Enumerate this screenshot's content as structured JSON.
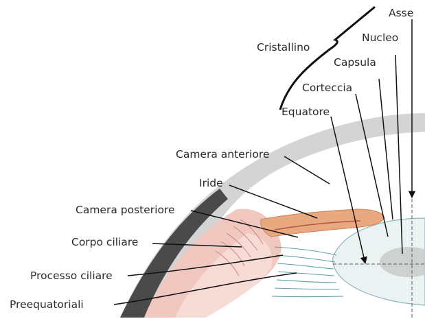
{
  "diagram": {
    "labels": {
      "asse": "Asse",
      "nucleo": "Nucleo",
      "cristallino": "Cristallino",
      "capsula": "Capsula",
      "corteccia": "Corteccia",
      "equatore": "Equatore",
      "camera_anteriore": "Camera anteriore",
      "iride": "Iride",
      "camera_posteriore": "Camera posteriore",
      "corpo_ciliare": "Corpo ciliare",
      "processo_ciliare": "Processo ciliare",
      "preequatoriali": "Preequatoriali"
    },
    "colors": {
      "cornea": "#cfcfcf",
      "iris": "#e9a980",
      "ciliary_body": "#f0c8c0",
      "ciliary_fill": "#f7dcd5",
      "lens": "#eaf2f2",
      "nucleus": "#c8c8c8",
      "zonule": "#5a9ea8",
      "leader": "#333333"
    }
  }
}
